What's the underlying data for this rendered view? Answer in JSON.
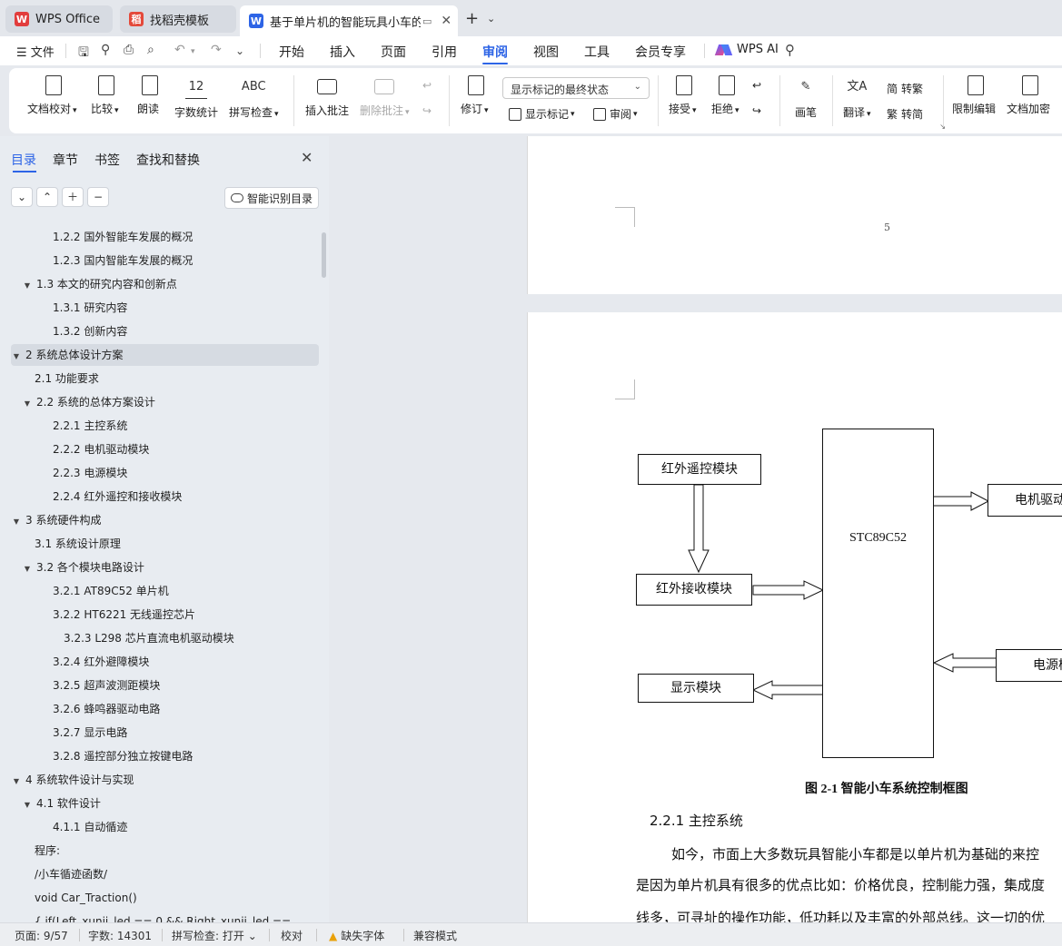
{
  "window": {
    "tabs": [
      {
        "label": "WPS Office",
        "icon": "W"
      },
      {
        "label": "找稻壳模板",
        "icon": "稻"
      },
      {
        "label": "基于单片机的智能玩具小车的",
        "icon": "W"
      }
    ],
    "new_tab": "+",
    "dropdown": "⌄"
  },
  "menubar": {
    "file": "☰ 文件",
    "items": [
      "开始",
      "插入",
      "页面",
      "引用",
      "审阅",
      "视图",
      "工具",
      "会员专享"
    ],
    "active": "审阅",
    "ai": "WPS AI"
  },
  "ribbon": {
    "proofread": "文档校对",
    "compare": "比较",
    "read": "朗读",
    "wordcount": "字数统计",
    "wordcount_icon": "12",
    "spell": "拼写检查",
    "spell_icon": "ABC",
    "insert_comment": "插入批注",
    "delete_comment": "删除批注",
    "revise": "修订",
    "markup_select": "显示标记的最终状态",
    "show_markup": "显示标记",
    "review": "审阅",
    "accept": "接受",
    "reject": "拒绝",
    "pen": "画笔",
    "translate": "翻译",
    "to_traditional": "转繁",
    "to_simplified": "转简",
    "restrict_edit": "限制编辑",
    "encrypt": "文档加密"
  },
  "nav": {
    "tabs": [
      "目录",
      "章节",
      "书签",
      "查找和替换"
    ],
    "smart_toc": "智能识别目录",
    "toc": [
      {
        "text": "1.2.2  国外智能车发展的概况",
        "indent": 3,
        "tri": ""
      },
      {
        "text": "1.2.3  国内智能车发展的概况",
        "indent": 3,
        "tri": ""
      },
      {
        "text": "1.3  本文的研究内容和创新点",
        "indent": 2,
        "tri": "▼"
      },
      {
        "text": "1.3.1  研究内容",
        "indent": 3,
        "tri": ""
      },
      {
        "text": "1.3.2  创新内容",
        "indent": 3,
        "tri": ""
      },
      {
        "text": "2  系统总体设计方案",
        "indent": 1,
        "tri": "▼",
        "selected": true
      },
      {
        "text": "2.1 功能要求",
        "indent": 2,
        "tri": ""
      },
      {
        "text": "2.2 系统的总体方案设计",
        "indent": 2,
        "tri": "▼"
      },
      {
        "text": "2.2.1 主控系统",
        "indent": 3,
        "tri": ""
      },
      {
        "text": "2.2.2 电机驱动模块",
        "indent": 3,
        "tri": ""
      },
      {
        "text": "2.2.3 电源模块",
        "indent": 3,
        "tri": ""
      },
      {
        "text": "2.2.4  红外遥控和接收模块",
        "indent": 3,
        "tri": ""
      },
      {
        "text": "3  系统硬件构成",
        "indent": 1,
        "tri": "▼"
      },
      {
        "text": "3.1  系统设计原理",
        "indent": 2,
        "tri": ""
      },
      {
        "text": "3.2  各个模块电路设计",
        "indent": 2,
        "tri": "▼"
      },
      {
        "text": "3.2.1 AT89C52 单片机",
        "indent": 3,
        "tri": ""
      },
      {
        "text": "3.2.2 HT6221 无线遥控芯片",
        "indent": 3,
        "tri": ""
      },
      {
        "text": "3.2.3 L298 芯片直流电机驱动模块",
        "indent": 4,
        "tri": ""
      },
      {
        "text": "3.2.4  红外避障模块",
        "indent": 3,
        "tri": ""
      },
      {
        "text": "3.2.5  超声波测距模块",
        "indent": 3,
        "tri": ""
      },
      {
        "text": "3.2.6  蜂鸣器驱动电路",
        "indent": 3,
        "tri": ""
      },
      {
        "text": "3.2.7  显示电路",
        "indent": 3,
        "tri": ""
      },
      {
        "text": "3.2.8  遥控部分独立按键电路",
        "indent": 3,
        "tri": ""
      },
      {
        "text": "4  系统软件设计与实现",
        "indent": 1,
        "tri": "▼"
      },
      {
        "text": "4.1 软件设计",
        "indent": 2,
        "tri": "▼"
      },
      {
        "text": "4.1.1 自动循迹",
        "indent": 3,
        "tri": ""
      },
      {
        "text": "程序:",
        "indent": 0,
        "tri": ""
      },
      {
        "text": "/小车循迹函数/",
        "indent": 0,
        "tri": ""
      },
      {
        "text": "void Car_Traction()",
        "indent": 0,
        "tri": ""
      },
      {
        "text": "{    if(Left_xunji_led == 0 && Right_xunji_led ==",
        "indent": 0,
        "tri": ""
      }
    ]
  },
  "document": {
    "page_number": "5",
    "diagram": {
      "ir_remote": "红外遥控模块",
      "ir_receiver": "红外接收模块",
      "display": "显示模块",
      "mcu": "STC89C52",
      "motor": "电机驱动",
      "power": "电源模块"
    },
    "figure_caption": "图 2-1  智能小车系统控制框图",
    "heading": "2.2.1 主控系统",
    "lines": [
      "如今，市面上大多数玩具智能小车都是以单片机为基础的来控",
      "是因为单片机具有很多的优点比如：价格优良，控制能力强，集成度",
      "线多，可寻址的操作功能，低功耗以及丰富的外部总线。这一切的优"
    ]
  },
  "status": {
    "page": "页面: 9/57",
    "words": "字数: 14301",
    "spell": "拼写检查: 打开",
    "proof": "校对",
    "missing_font": "缺失字体",
    "compat": "兼容模式"
  }
}
